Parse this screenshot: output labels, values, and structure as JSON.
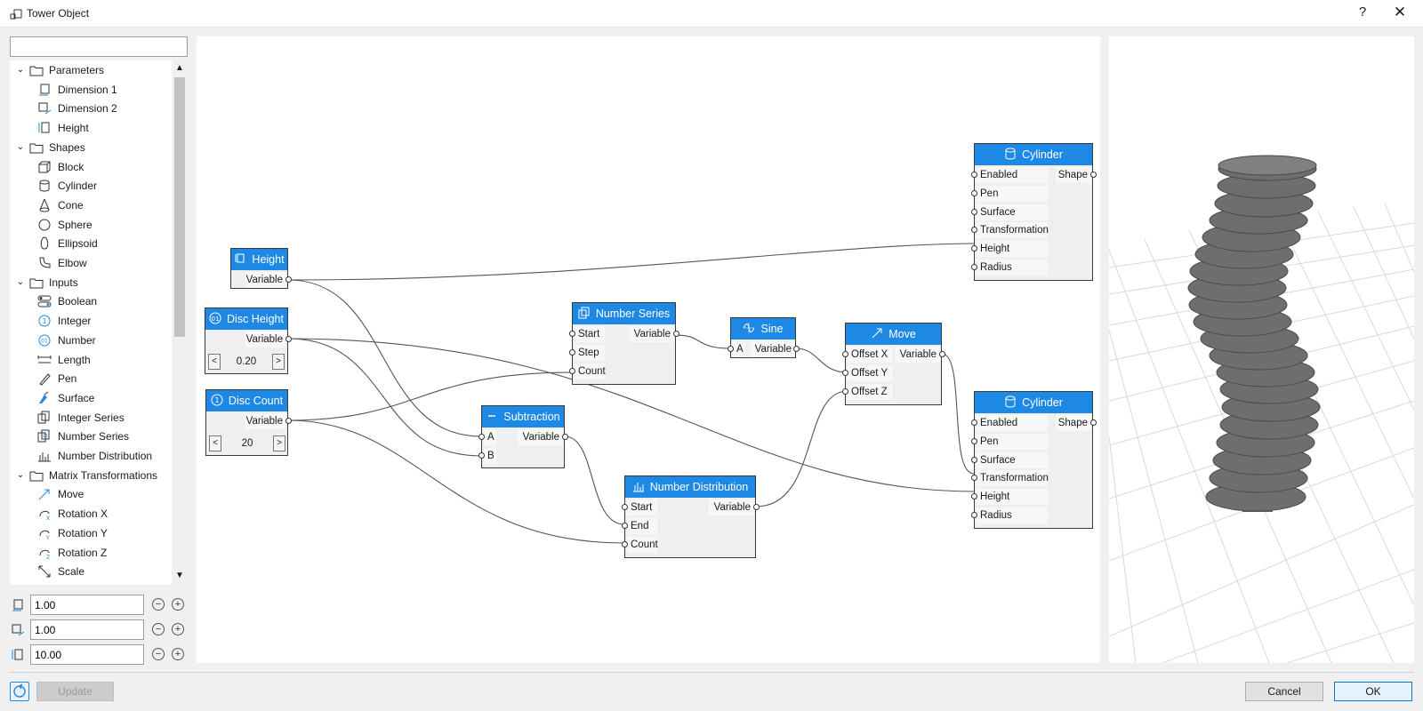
{
  "window": {
    "title": "Tower Object",
    "help": "?",
    "close": "✕"
  },
  "search": {
    "value": "",
    "placeholder": ""
  },
  "tree": [
    {
      "type": "cat",
      "label": "Parameters",
      "icon": "folder-icon"
    },
    {
      "type": "leaf",
      "label": "Dimension 1",
      "icon": "dimension-1-icon"
    },
    {
      "type": "leaf",
      "label": "Dimension 2",
      "icon": "dimension-2-icon"
    },
    {
      "type": "leaf",
      "label": "Height",
      "icon": "height-icon"
    },
    {
      "type": "cat",
      "label": "Shapes",
      "icon": "folder-icon"
    },
    {
      "type": "leaf",
      "label": "Block",
      "icon": "block-icon"
    },
    {
      "type": "leaf",
      "label": "Cylinder",
      "icon": "cylinder-icon"
    },
    {
      "type": "leaf",
      "label": "Cone",
      "icon": "cone-icon"
    },
    {
      "type": "leaf",
      "label": "Sphere",
      "icon": "sphere-icon"
    },
    {
      "type": "leaf",
      "label": "Ellipsoid",
      "icon": "ellipsoid-icon"
    },
    {
      "type": "leaf",
      "label": "Elbow",
      "icon": "elbow-icon"
    },
    {
      "type": "cat",
      "label": "Inputs",
      "icon": "folder-icon"
    },
    {
      "type": "leaf",
      "label": "Boolean",
      "icon": "boolean-icon"
    },
    {
      "type": "leaf",
      "label": "Integer",
      "icon": "integer-icon"
    },
    {
      "type": "leaf",
      "label": "Number",
      "icon": "number-icon"
    },
    {
      "type": "leaf",
      "label": "Length",
      "icon": "length-icon"
    },
    {
      "type": "leaf",
      "label": "Pen",
      "icon": "pen-icon"
    },
    {
      "type": "leaf",
      "label": "Surface",
      "icon": "surface-icon"
    },
    {
      "type": "leaf",
      "label": "Integer Series",
      "icon": "integer-series-icon"
    },
    {
      "type": "leaf",
      "label": "Number Series",
      "icon": "number-series-icon"
    },
    {
      "type": "leaf",
      "label": "Number Distribution",
      "icon": "number-distribution-icon"
    },
    {
      "type": "cat",
      "label": "Matrix Transformations",
      "icon": "folder-icon"
    },
    {
      "type": "leaf",
      "label": "Move",
      "icon": "move-icon"
    },
    {
      "type": "leaf",
      "label": "Rotation X",
      "icon": "rotation-x-icon"
    },
    {
      "type": "leaf",
      "label": "Rotation Y",
      "icon": "rotation-y-icon"
    },
    {
      "type": "leaf",
      "label": "Rotation Z",
      "icon": "rotation-z-icon"
    },
    {
      "type": "leaf",
      "label": "Scale",
      "icon": "scale-icon"
    }
  ],
  "params": [
    {
      "value": "1.00",
      "icon": "dimension-1-icon"
    },
    {
      "value": "1.00",
      "icon": "dimension-2-icon"
    },
    {
      "value": "10.00",
      "icon": "height-icon"
    }
  ],
  "nodes": {
    "height": {
      "title": "Height",
      "out": "Variable"
    },
    "disc_height": {
      "title": "Disc Height",
      "out": "Variable",
      "value": "0.20",
      "dec": "<",
      "inc": ">"
    },
    "disc_count": {
      "title": "Disc Count",
      "out": "Variable",
      "value": "20",
      "dec": "<",
      "inc": ">"
    },
    "number_series": {
      "title": "Number Series",
      "in": [
        "Start",
        "Step",
        "Count"
      ],
      "out": "Variable"
    },
    "sine": {
      "title": "Sine",
      "in": [
        "A"
      ],
      "out": "Variable"
    },
    "move": {
      "title": "Move",
      "in": [
        "Offset X",
        "Offset Y",
        "Offset Z"
      ],
      "out": "Variable"
    },
    "subtraction": {
      "title": "Subtraction",
      "in": [
        "A",
        "B"
      ],
      "out": "Variable"
    },
    "number_distribution": {
      "title": "Number Distribution",
      "in": [
        "Start",
        "End",
        "Count"
      ],
      "out": "Variable"
    },
    "cylinder_top": {
      "title": "Cylinder",
      "in": [
        "Enabled",
        "Pen",
        "Surface",
        "Transformation",
        "Height",
        "Radius"
      ],
      "out": "Shape"
    },
    "cylinder_bottom": {
      "title": "Cylinder",
      "in": [
        "Enabled",
        "Pen",
        "Surface",
        "Transformation",
        "Height",
        "Radius"
      ],
      "out": "Shape"
    }
  },
  "footer": {
    "update": "Update",
    "cancel": "Cancel",
    "ok": "OK"
  },
  "colors": {
    "accent": "#1e88e5",
    "wire": "#555555",
    "shape": "#6e6e6e"
  }
}
